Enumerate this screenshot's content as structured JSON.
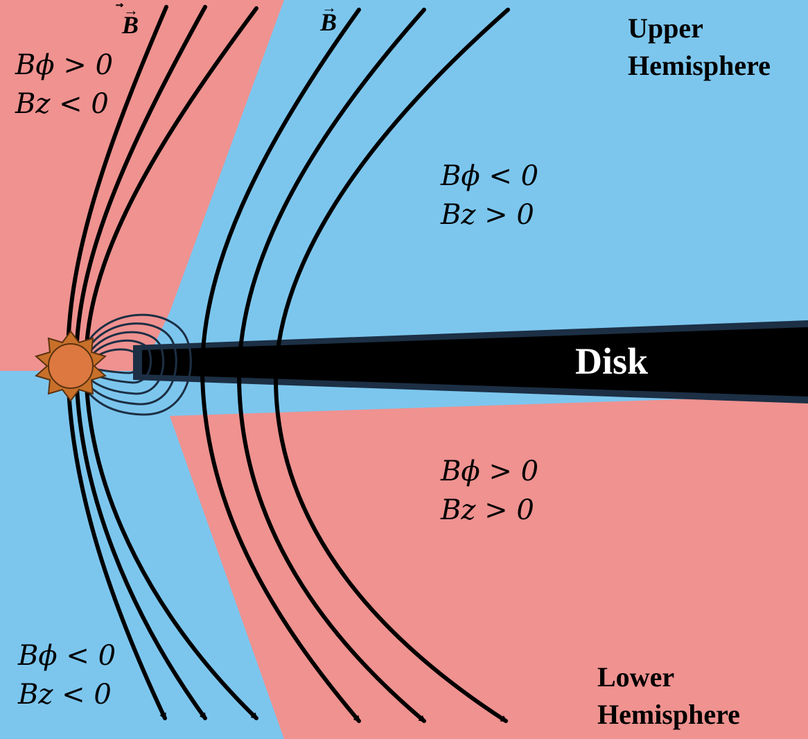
{
  "colors": {
    "positive_region": "#ef9290",
    "negative_region": "#7cc6ee",
    "disk": "#000000",
    "disk_edge": "#1c2f44",
    "field_line": "#000000",
    "star_fill": "#dc7840",
    "star_rays": "#c8702a",
    "star_outline": "#5a3210",
    "magnetosphere_line": "#1c2f44"
  },
  "labels": {
    "field_vector_left": "B",
    "field_vector_right": "B",
    "upper_hemisphere": [
      "Upper",
      "Hemisphere"
    ],
    "lower_hemisphere": [
      "Lower",
      "Hemisphere"
    ],
    "disk": "Disk",
    "region_top_left": [
      "Bϕ > 0",
      "Bz < 0"
    ],
    "region_top_right": [
      "Bϕ < 0",
      "Bz > 0"
    ],
    "region_bottom_right": [
      "Bϕ > 0",
      "Bz > 0"
    ],
    "region_bottom_left": [
      "Bϕ < 0",
      "Bz < 0"
    ]
  },
  "icons": {
    "star": "star-icon",
    "field_arrow": "arrow-head-icon"
  }
}
